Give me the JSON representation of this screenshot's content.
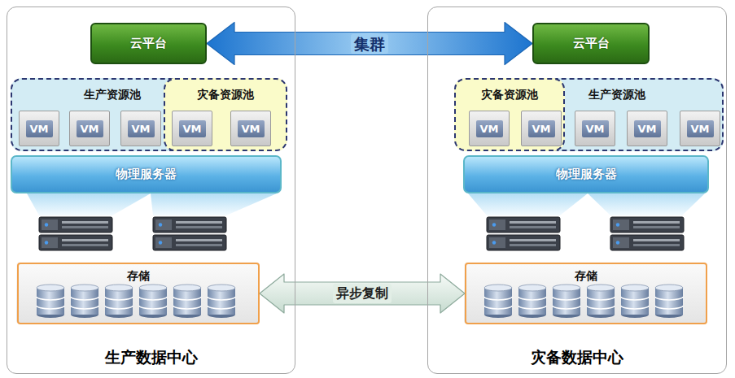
{
  "diagram": {
    "nodes": [
      {
        "text": [
          "生产数据中心"
        ]
      },
      {
        "text": [
          "云平台"
        ],
        "in": 0
      },
      {
        "text": [
          "生产资源池"
        ],
        "in": 0
      },
      {
        "text": [
          "VM"
        ],
        "in": 2
      },
      {
        "text": [
          "VM"
        ],
        "in": 2
      },
      {
        "text": [
          "VM"
        ],
        "in": 2
      },
      {
        "text": [
          "灾备资源池"
        ],
        "in": 0
      },
      {
        "text": [
          "VM"
        ],
        "in": 6
      },
      {
        "text": [
          "VM"
        ],
        "in": 6
      },
      {
        "text": [
          "物理服务器"
        ],
        "in": 0
      },
      {
        "text": [
          "存储"
        ],
        "in": 0
      },
      {
        "text": [
          "灾备数据中心"
        ]
      },
      {
        "text": [
          "云平台"
        ],
        "in": 11
      },
      {
        "text": [
          "灾备资源池"
        ],
        "in": 11
      },
      {
        "text": [
          "VM"
        ],
        "in": 13
      },
      {
        "text": [
          "VM"
        ],
        "in": 13
      },
      {
        "text": [
          "生产资源池"
        ],
        "in": 11
      },
      {
        "text": [
          "VM"
        ],
        "in": 16
      },
      {
        "text": [
          "VM"
        ],
        "in": 16
      },
      {
        "text": [
          "VM"
        ],
        "in": 16
      },
      {
        "text": [
          "物理服务器"
        ],
        "in": 11
      },
      {
        "text": [
          "存储"
        ],
        "in": 11
      }
    ],
    "edges": [
      {
        "from": 1,
        "to": 12,
        "label": "集群",
        "arrow": "both"
      },
      {
        "from": 10,
        "to": 21,
        "label": "异步复制",
        "arrow": "both"
      }
    ]
  }
}
